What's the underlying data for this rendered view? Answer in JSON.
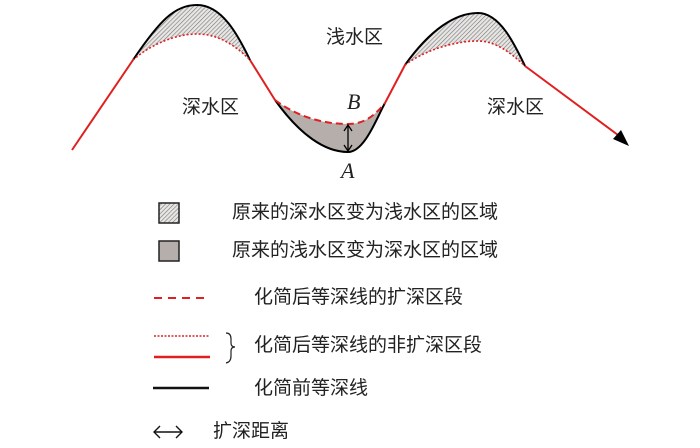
{
  "diagram": {
    "labels": {
      "shallow": "浅水区",
      "deep_left": "深水区",
      "deep_right": "深水区",
      "point_b": "B",
      "point_a": "A"
    },
    "colors": {
      "original_line": "#000000",
      "simplified_line": "#e02020",
      "fill_deep_to_shallow": "#bdb8b5",
      "fill_shallow_to_deep": "#b5aeab"
    }
  },
  "legend": {
    "items": [
      {
        "label": "原来的深水区变为浅水区的区域",
        "icon": "hatched-square-icon"
      },
      {
        "label": "原来的浅水区变为深水区的区域",
        "icon": "gray-square-icon"
      },
      {
        "label": "化简后等深线的扩深区段",
        "icon": "red-dashed-line-icon"
      },
      {
        "label": "化简后等深线的非扩深区段",
        "icon": "red-dotted-and-solid-line-icon"
      },
      {
        "label": "化简前等深线",
        "icon": "black-line-icon"
      },
      {
        "label": "扩深距离",
        "icon": "double-arrow-icon"
      }
    ]
  }
}
